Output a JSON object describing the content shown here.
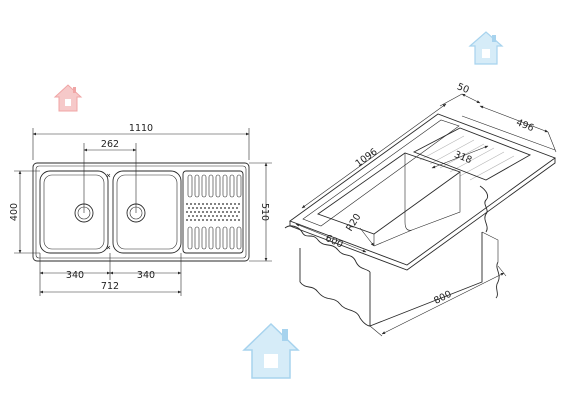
{
  "plan_view": {
    "overall_width": "1110",
    "overall_depth": "510",
    "bowl_depth": "400",
    "waste_spacing": "262",
    "bowl_left_width": "340",
    "bowl_right_width": "340",
    "bowls_total": "712"
  },
  "iso_view": {
    "length": "1096",
    "edge": "50",
    "depth": "496",
    "drainer": "318",
    "corner_radius": "R20",
    "base_depth": "600",
    "base_width": "800"
  },
  "watermark": {
    "icon": "house-icon",
    "colors": {
      "red": "#f4b8b8",
      "blue": "#bfe0f2"
    }
  }
}
